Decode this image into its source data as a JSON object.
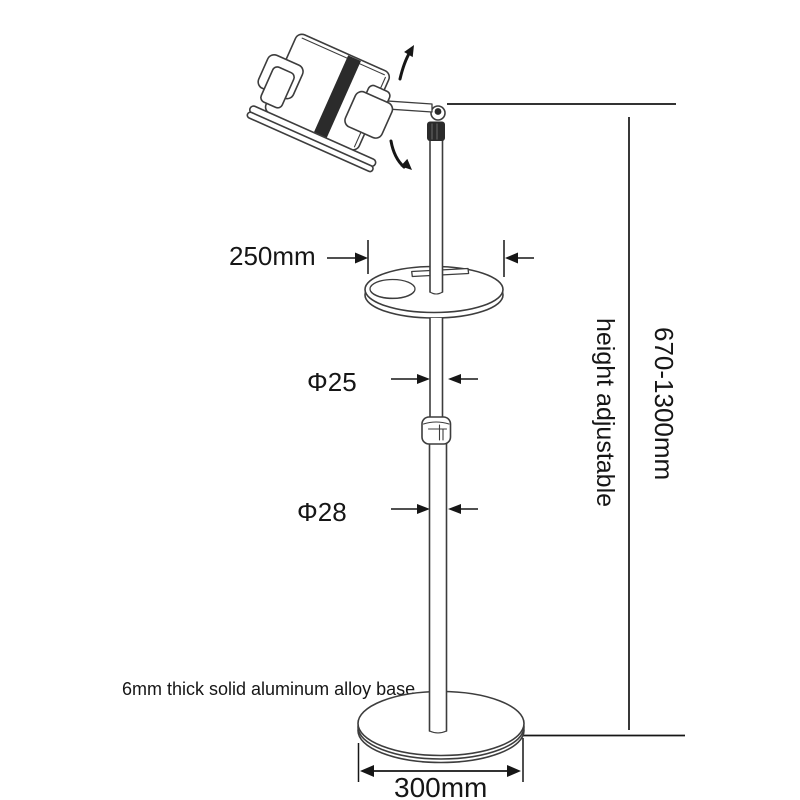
{
  "diagram": {
    "subject": "Height adjustable floor stand with tablet holder, round tray and round base - dimension drawing",
    "labels": {
      "tray_width": "250mm",
      "upper_pole_diameter": "Φ25",
      "lower_pole_diameter": "Φ28",
      "base_diameter": "300mm",
      "height_note": "height adjustable",
      "height_range": "670-1300mm",
      "base_note": "6mm thick solid aluminum alloy base"
    },
    "colors": {
      "background": "#ffffff",
      "line_art": "#3d3d3d",
      "dimension_ink": "#161616",
      "note_red": "#e02b2b",
      "dark_fill": "#2b2b2b"
    }
  }
}
